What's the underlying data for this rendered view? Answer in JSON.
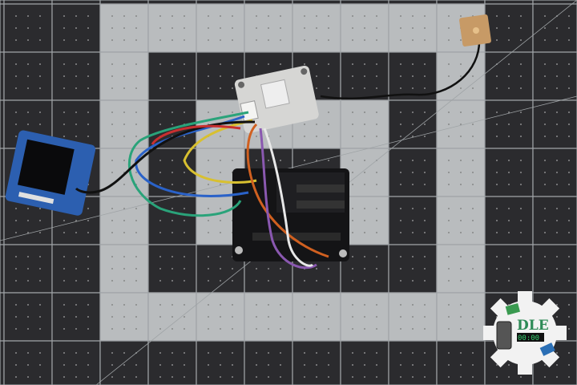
{
  "photo": {
    "subject": "electronics-on-cutting-mat",
    "colors": {
      "mat_dark": "#2b2b2e",
      "mat_light": "#b9bcbe",
      "grid_line": "#9fa3a6",
      "board_black": "#141416",
      "oled_blue": "#2c5fb0",
      "gps_patch": "#c79a66",
      "module_pcb": "#d6d6d4"
    }
  },
  "logo": {
    "text": "DLE",
    "display": "00:00",
    "accent": "#2e8b57"
  }
}
